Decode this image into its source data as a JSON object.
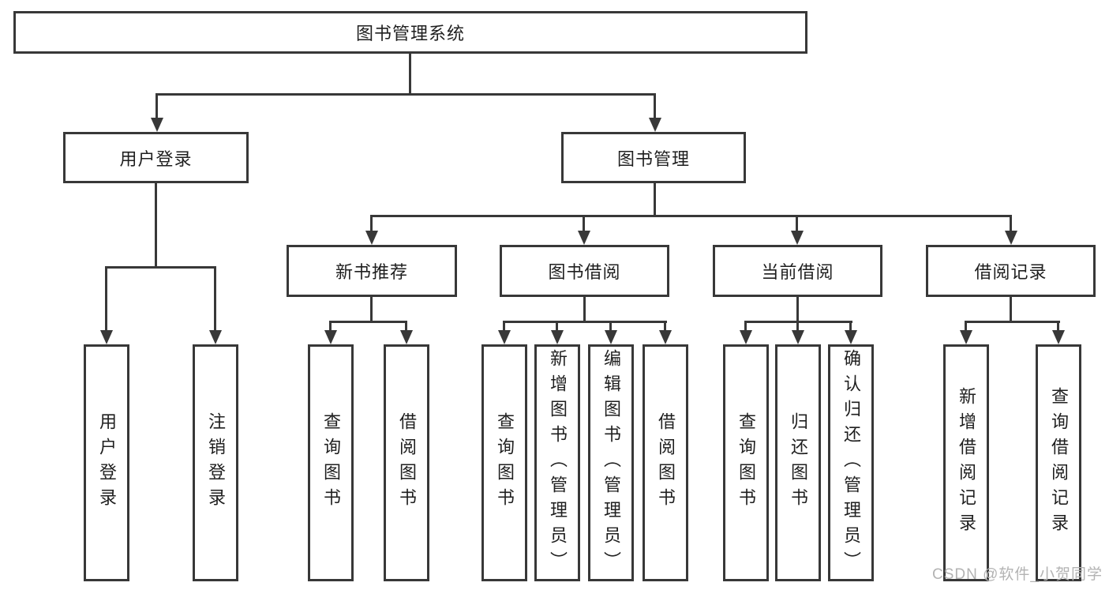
{
  "colors": {
    "line": "#383838",
    "text": "#1f1f1f",
    "watermark": "#b3b3b3",
    "background": "#ffffff"
  },
  "watermark": "CSDN @软件_小贺同学",
  "tree": {
    "root": {
      "label": "图书管理系统",
      "children": [
        {
          "label": "用户登录",
          "children": [
            {
              "label": "用户登录"
            },
            {
              "label": "注销登录"
            }
          ]
        },
        {
          "label": "图书管理",
          "children": [
            {
              "label": "新书推荐",
              "children": [
                {
                  "label": "查询图书"
                },
                {
                  "label": "借阅图书"
                }
              ]
            },
            {
              "label": "图书借阅",
              "children": [
                {
                  "label": "查询图书"
                },
                {
                  "label": "新增图书（管理员）"
                },
                {
                  "label": "编辑图书（管理员）"
                },
                {
                  "label": "借阅图书"
                }
              ]
            },
            {
              "label": "当前借阅",
              "children": [
                {
                  "label": "查询图书"
                },
                {
                  "label": "归还图书"
                },
                {
                  "label": "确认归还（管理员）"
                }
              ]
            },
            {
              "label": "借阅记录",
              "children": [
                {
                  "label": "新增借阅记录"
                },
                {
                  "label": "查询借阅记录"
                }
              ]
            }
          ]
        }
      ]
    }
  }
}
